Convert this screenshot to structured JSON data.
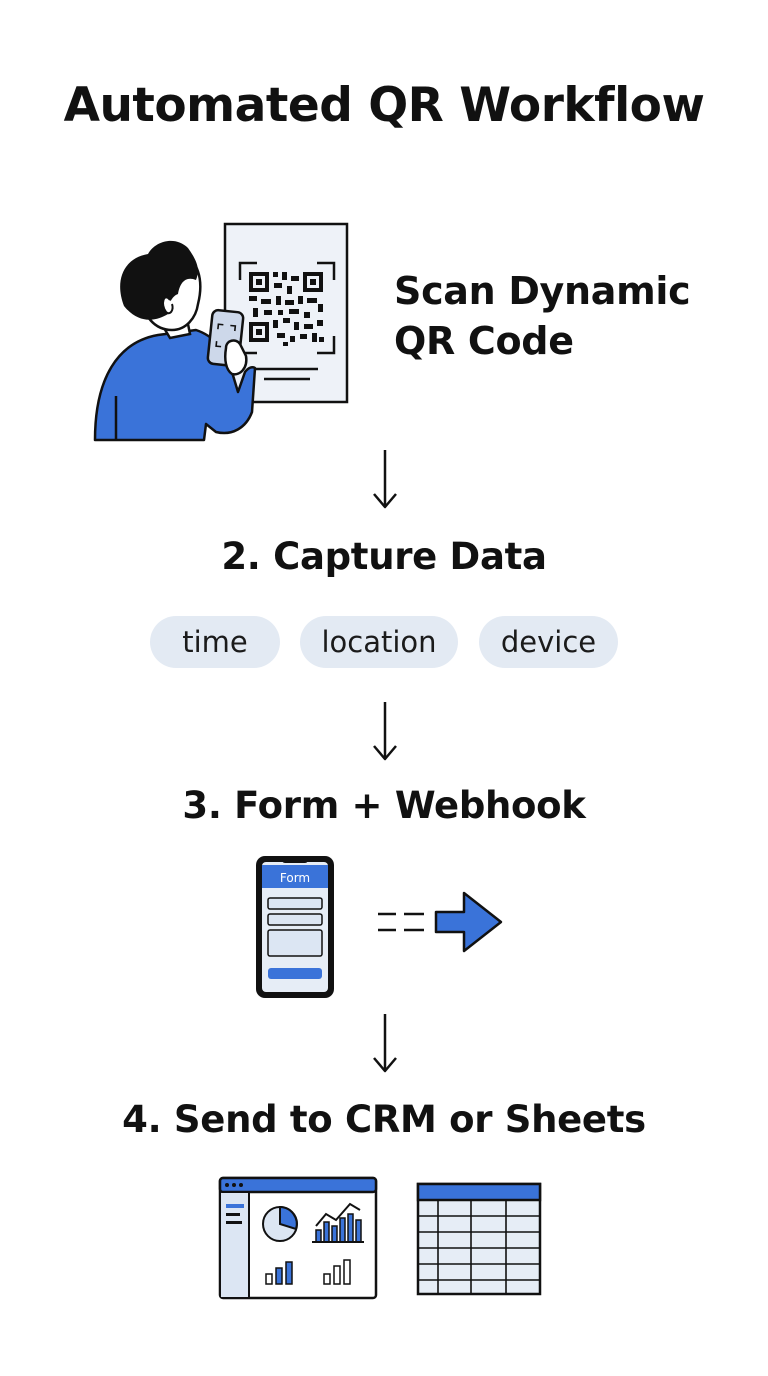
{
  "title": "Automated QR Workflow",
  "steps": {
    "scan": {
      "label_line1": "Scan Dynamic",
      "label_line2": "QR Code"
    },
    "capture": {
      "heading": "2. Capture Data",
      "chips": [
        "time",
        "location",
        "device"
      ]
    },
    "form": {
      "heading": "3. Form + Webhook",
      "phone_header": "Form"
    },
    "send": {
      "heading": "4. Send to CRM or Sheets"
    }
  },
  "colors": {
    "accent_blue": "#3a73d9",
    "light_blue": "#dce6f3",
    "chip_bg": "#e3eaf3",
    "ink": "#111111"
  },
  "icons": [
    "person-scanning-icon",
    "qr-poster-icon",
    "phone-form-icon",
    "webhook-arrow-icon",
    "crm-dashboard-icon",
    "spreadsheet-icon"
  ]
}
